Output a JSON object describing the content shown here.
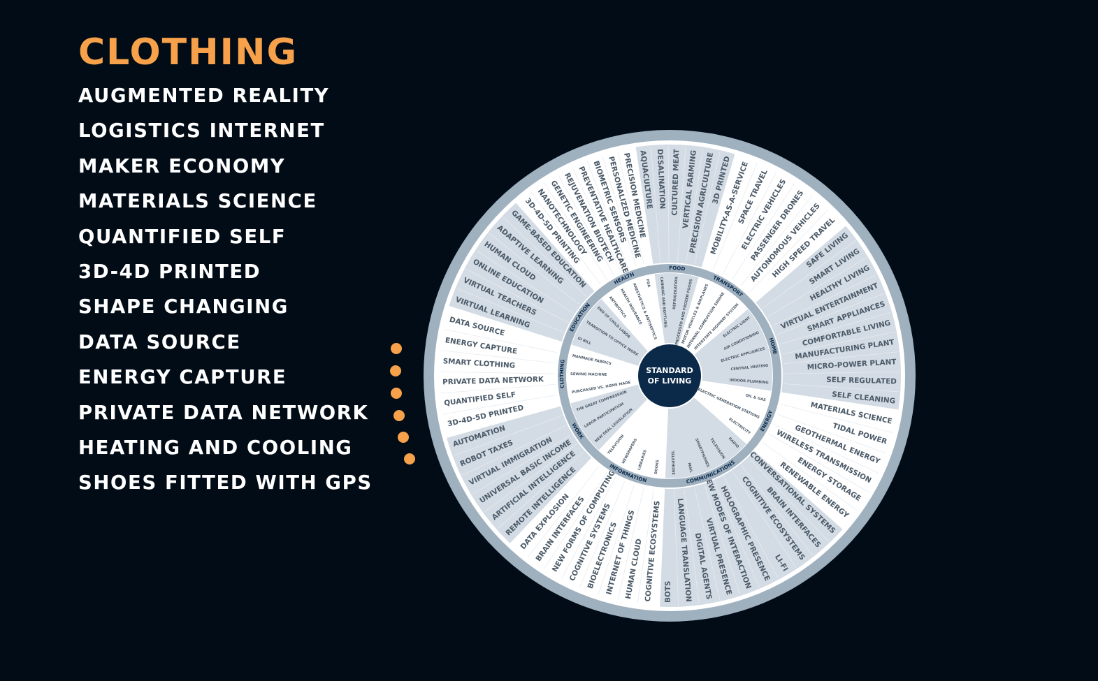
{
  "title": "CLOTHING",
  "items": [
    "AUGMENTED REALITY",
    "LOGISTICS INTERNET",
    "MAKER ECONOMY",
    "MATERIALS SCIENCE",
    "QUANTIFIED SELF",
    "3D-4D PRINTED",
    "SHAPE CHANGING",
    "DATA SOURCE",
    "ENERGY CAPTURE",
    "PRIVATE DATA NETWORK",
    "HEATING AND COOLING",
    "SHOES FITTED WITH GPS"
  ],
  "colors": {
    "background": "#020c17",
    "accent": "#f7a14a",
    "text": "#ffffff",
    "wheel_ring": "#9fb0bf",
    "wheel_center": "#0b2a4a",
    "segment_shaded": "#d3dbe4",
    "segment_light": "#ffffff",
    "wheel_label": "#4b5a68",
    "ring_label": "#0b2a4a"
  },
  "wheel": {
    "center_label_line1": "STANDARD",
    "center_label_line2": "OF LIVING",
    "categories": [
      {
        "name": "FOOD",
        "inner": [
          "CANNING AND BOTTLING",
          "REFRIGERATION",
          "PROCESSED AND FROZEN FOODS"
        ],
        "outer": [
          "AQUACULTURE",
          "DESALINATION",
          "CULTURED MEAT",
          "VERTICAL FARMING",
          "PRECISION AGRICULTURE",
          "3D PRINTED"
        ]
      },
      {
        "name": "TRANSPORT",
        "inner": [
          "MOTOR VEHICLES & AIRPLANES",
          "INTERNAL COMBUSTION ENGINE",
          "INTERSTATE HIGHWAY SYSTEM"
        ],
        "outer": [
          "MOBILITY-AS-A-SERVICE",
          "SPACE TRAVEL",
          "ELECTRIC VEHICLES",
          "PASSENGER DRONES",
          "AUTONOMOUS VEHICLES",
          "HIGH SPEED TRAVEL"
        ]
      },
      {
        "name": "HOME",
        "inner": [
          "ELECTRIC LIGHT",
          "AIR CONDITIONING",
          "ELECTRIC APPLIANCES",
          "CENTRAL HEATING",
          "INDOOR PLUMBING"
        ],
        "outer": [
          "SAFE LIVING",
          "SMART LIVING",
          "HEALTHY LIVING",
          "VIRTUAL ENTERTAINMENT",
          "SMART APPLIANCES",
          "COMFORTABLE LIVING",
          "MANUFACTURING PLANT",
          "MICRO-POWER PLANT",
          "SELF REGULATED",
          "SELF CLEANING"
        ]
      },
      {
        "name": "ENERGY",
        "inner": [
          "OIL & GAS",
          "ELECTRIC GENERATION STATIONS",
          "ELECTRICITY"
        ],
        "outer": [
          "MATERIALS SCIENCE",
          "TIDAL POWER",
          "GEOTHERMAL ENERGY",
          "WIRELESS TRANSMISSION",
          "ENERGY STORAGE",
          "RENEWABLE ENERGY"
        ]
      },
      {
        "name": "COMMUNICATIONS",
        "inner": [
          "RADIO",
          "TELEVISION",
          "SMARTPHONES",
          "MAIL",
          "TELEPHONE"
        ],
        "outer": [
          "CONVERSATIONAL SYSTEMS",
          "BRAIN INTERFACES",
          "COGNITIVE ECOSYSTEMS",
          "LI-FI",
          "HOLOGRAPHIC PRESENCE",
          "NEW MODES OF INTERACTION",
          "VIRTUAL PRESENCE",
          "DIGITAL AGENTS",
          "LANGUAGE TRANSLATION",
          "BOTS"
        ]
      },
      {
        "name": "INFORMATION",
        "inner": [
          "BOOKS",
          "LIBRARIES",
          "NEWSPAPERS",
          "TELEVISION"
        ],
        "outer": [
          "COGNITIVE ECOSYSTEMS",
          "HUMAN CLOUD",
          "INTERNET OF THINGS",
          "BIOELECTRONICS",
          "COGNITIVE SYSTEMS",
          "NEW FORMS OF COMPUTING",
          "BRAIN INTERFACES",
          "DATA EXPLOSION"
        ]
      },
      {
        "name": "WORK",
        "inner": [
          "NEW DEAL LEGISLATION",
          "LABOR PARTICIPATION",
          "THE GREAT COMPRESSION"
        ],
        "outer": [
          "REMOTE INTELLIGENCE",
          "ARTIFICIAL INTELLIGENCE",
          "UNIVERSAL BASIC INCOME",
          "VIRTUAL IMMIGRATION",
          "ROBOT TAXES",
          "AUTOMATION"
        ]
      },
      {
        "name": "CLOTHING",
        "inner": [
          "PURCHASED VS. HOME MADE",
          "SEWING MACHINE",
          "MANMADE FABRICS"
        ],
        "outer": [
          "3D-4D-5D PRINTED",
          "QUANTIFIED SELF",
          "PRIVATE DATA NETWORK",
          "SMART CLOTHING",
          "ENERGY CAPTURE",
          "DATA SOURCE"
        ]
      },
      {
        "name": "EDUCATION",
        "inner": [
          "GI BILL",
          "TRANSITION TO OFFICE WORK",
          "END OF CHILD LABOR"
        ],
        "outer": [
          "VIRTUAL LEARNING",
          "VIRTUAL TEACHERS",
          "ONLINE EDUCATION",
          "HUMAN CLOUD",
          "ADAPTIVE LEARNING",
          "GAME-BASED EDUCATION"
        ]
      },
      {
        "name": "HEALTH",
        "inner": [
          "ANTIBIOTICS",
          "HEALTH INSURANCE",
          "ANESTHETICS & ANTISEPTICS",
          "FDA"
        ],
        "outer": [
          "3D-4D-5D PRINTING",
          "NANOTECHNOLOGY",
          "GENETIC ENGINEERING",
          "REJUVENATION BIOTECH",
          "PREVENTATIVE HEALTHCARE",
          "BIOMETRIC SENSORS",
          "PERSONALIZED MEDICINE",
          "PRECISION MEDICINE"
        ]
      }
    ]
  }
}
